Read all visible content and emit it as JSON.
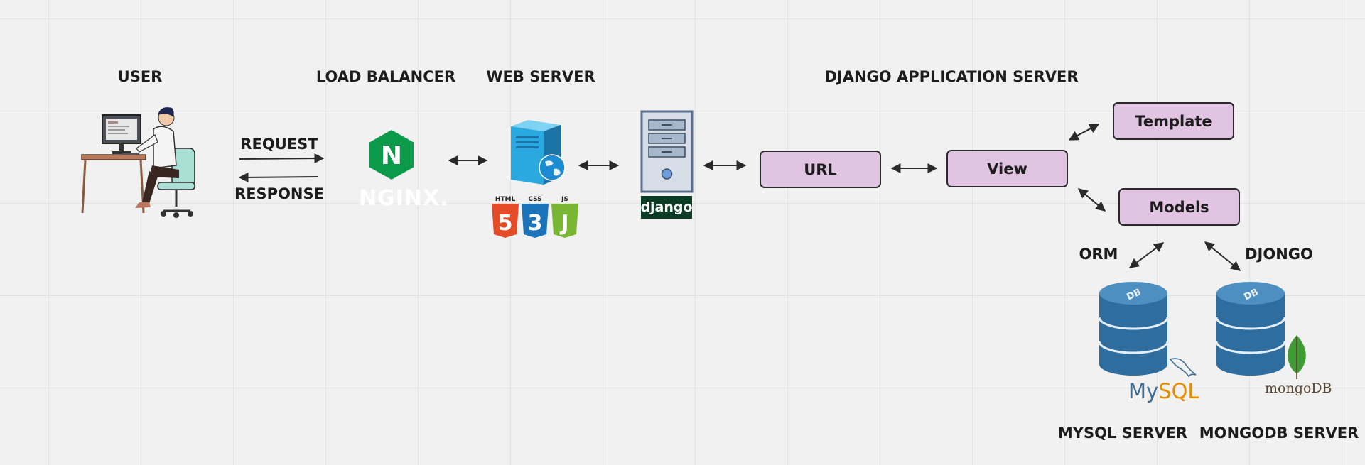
{
  "labels": {
    "user": "USER",
    "load_balancer": "LOAD BALANCER",
    "web_server": "WEB SERVER",
    "django_app_server": "DJANGO APPLICATION SERVER",
    "mysql_server": "MYSQL SERVER",
    "mongodb_server": "MONGODB SERVER"
  },
  "arrows": {
    "request": "REQUEST",
    "response": "RESPONSE",
    "orm": "ORM",
    "djongo": "DJONGO"
  },
  "boxes": {
    "url": "URL",
    "view": "View",
    "template": "Template",
    "models": "Models"
  },
  "logos": {
    "nginx": "NGINX.",
    "html": "HTML",
    "css": "CSS",
    "js": "JS",
    "html_digit": "5",
    "css_digit": "3",
    "js_letter": "J",
    "django": "django",
    "mysql_my": "My",
    "mysql_sql": "SQL",
    "mongodb": "mongoDB",
    "db": "DB",
    "nginx_letter": "N"
  },
  "colors": {
    "box_fill": "#e0c4e2",
    "nginx_green": "#0a9a4a",
    "django_green": "#0c3c26",
    "db_blue": "#2f6d9f",
    "mysql_blue": "#3e6e93",
    "mysql_orange": "#e48e00",
    "mongo_leaf": "#3f9c35"
  }
}
